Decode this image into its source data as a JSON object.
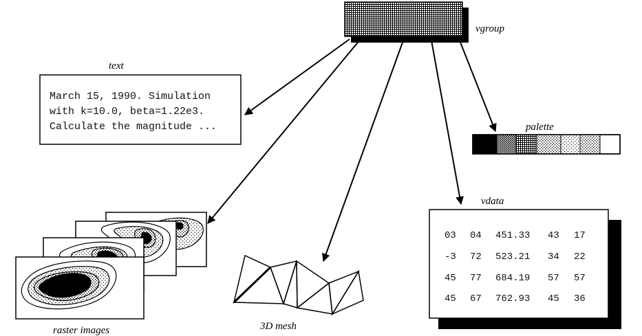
{
  "labels": {
    "vgroup": "vgroup",
    "text": "text",
    "palette": "palette",
    "vdata": "vdata",
    "raster": "raster images",
    "mesh": "3D mesh"
  },
  "text_box": {
    "lines": [
      "March 15, 1990. Simulation",
      "with k=10.0, beta=1.22e3.",
      "Calculate the magnitude ..."
    ]
  },
  "vdata_table": {
    "rows": [
      [
        "03",
        "04",
        "451.33",
        "43",
        "17"
      ],
      [
        "-3",
        "72",
        "523.21",
        "34",
        "22"
      ],
      [
        "45",
        "77",
        "684.19",
        "57",
        "57"
      ],
      [
        "45",
        "67",
        "762.93",
        "45",
        "36"
      ]
    ]
  },
  "palette_swatches": [
    "#000000",
    "#1a1a1a",
    "#333333",
    "#4d4d4d",
    "#7a7a7a",
    "#a8a8a8",
    "#c8c8c8",
    "#e2e2e2",
    "#ffffff"
  ],
  "colors": {
    "ink": "#000000",
    "paper": "#ffffff"
  }
}
